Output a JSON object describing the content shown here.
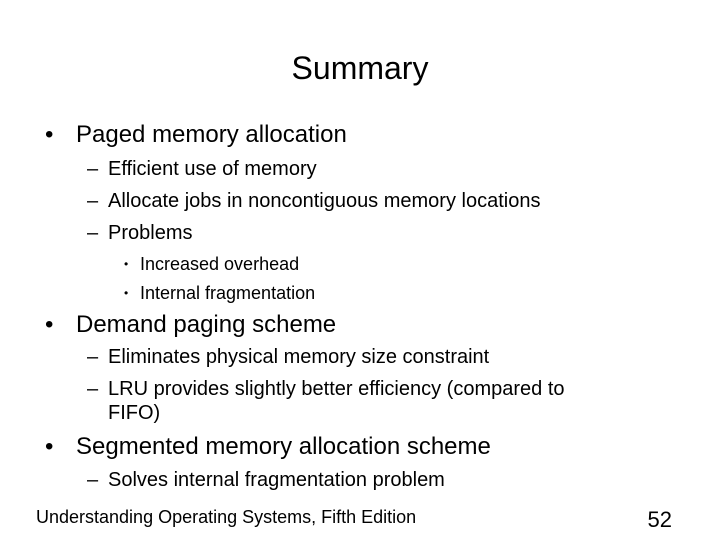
{
  "slide": {
    "title": "Summary",
    "bullets": [
      {
        "text": "Paged memory allocation",
        "sub": [
          {
            "text": "Efficient use of memory"
          },
          {
            "text": "Allocate jobs in noncontiguous memory locations"
          },
          {
            "text": "Problems",
            "sub": [
              {
                "text": "Increased overhead"
              },
              {
                "text": "Internal fragmentation"
              }
            ]
          }
        ]
      },
      {
        "text": "Demand paging scheme",
        "sub": [
          {
            "text": "Eliminates physical memory size constraint"
          },
          {
            "text_line1": "LRU provides slightly better efficiency (compared to",
            "text_line2": "FIFO)"
          }
        ]
      },
      {
        "text": "Segmented memory allocation scheme",
        "sub": [
          {
            "text": "Solves internal fragmentation problem"
          }
        ]
      }
    ],
    "bullet_glyph": "•",
    "dash_glyph": "–",
    "footer_text": "Understanding Operating Systems, Fifth Edition",
    "page_number": "52"
  }
}
